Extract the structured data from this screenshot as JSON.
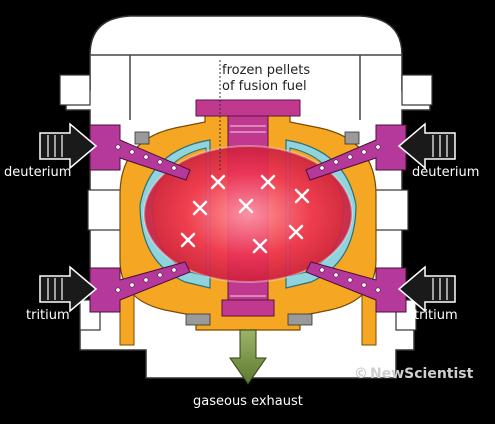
{
  "labels": {
    "frozen_pellets_line1": "frozen pellets",
    "frozen_pellets_line2": "of fusion fuel",
    "deuterium_left": "deuterium",
    "deuterium_right": "deuterium",
    "tritium_left": "tritium",
    "tritium_right": "tritium",
    "exhaust": "gaseous exhaust",
    "credit": "NewScientist",
    "credit_symbol": "©"
  },
  "colors": {
    "background": "#000000",
    "vessel": "#ffffff",
    "vessel_outline": "#333333",
    "blanket": "#f5a623",
    "magenta": "#b5399a",
    "plasma": "#ee2a4f",
    "cyan_liner": "#8fd3dc",
    "exhaust_arrow": "#6e8b3d",
    "grey_block": "#9a9a9a"
  },
  "icons": [
    "input-arrow-icon",
    "exhaust-arrow-icon",
    "pellet-cross-icon"
  ]
}
